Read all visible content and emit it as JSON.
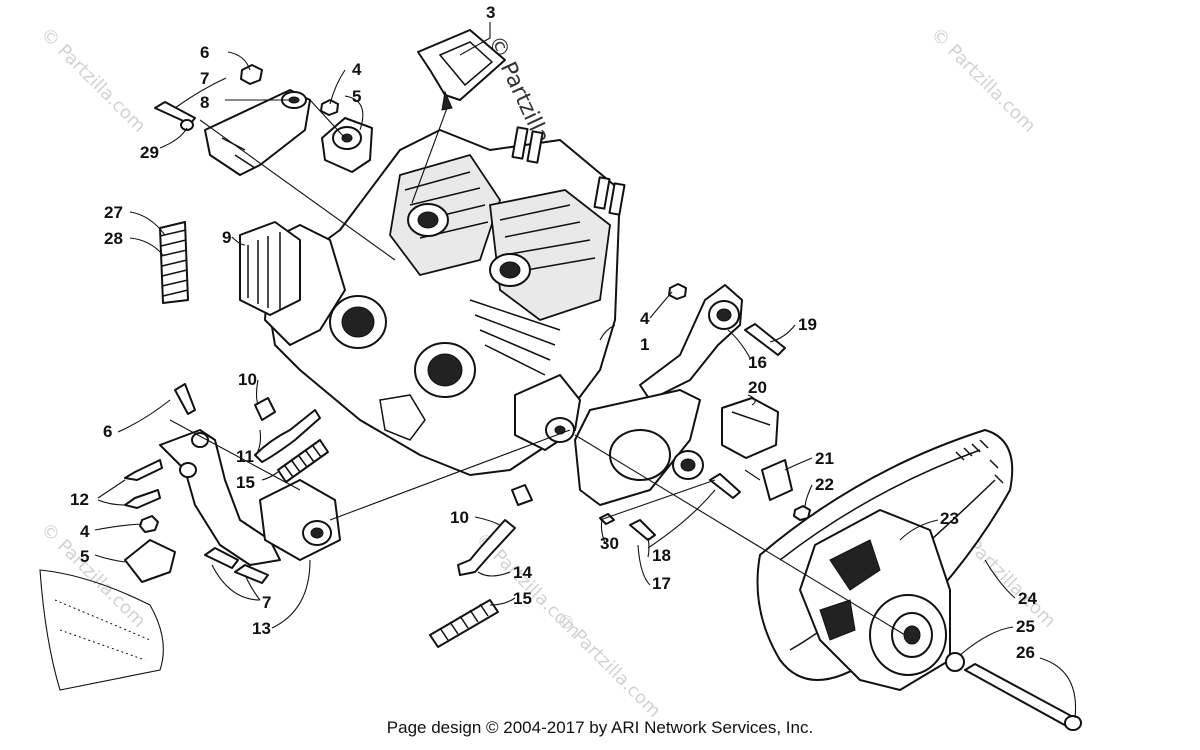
{
  "watermarks": [
    "© Partzilla.com",
    "© Partzilla.com",
    "© Partzilla.com",
    "© Partzilla.com",
    "© Partzilla.com",
    "© Partzilla.com"
  ],
  "brand_watermark": "© Partzilla.com",
  "footer": "Page design © 2004-2017 by ARI Network Services, Inc.",
  "callouts": {
    "c1": "1",
    "c3": "3",
    "c4a": "4",
    "c4b": "4",
    "c4c": "4",
    "c5a": "5",
    "c5b": "5",
    "c6a": "6",
    "c6b": "6",
    "c7a": "7",
    "c7b": "7",
    "c8": "8",
    "c9": "9",
    "c10a": "10",
    "c10b": "10",
    "c11": "11",
    "c12": "12",
    "c13": "13",
    "c14": "14",
    "c15a": "15",
    "c15b": "15",
    "c16": "16",
    "c17": "17",
    "c18": "18",
    "c19": "19",
    "c20": "20",
    "c21": "21",
    "c22": "22",
    "c23": "23",
    "c24": "24",
    "c25": "25",
    "c26": "26",
    "c27": "27",
    "c28": "28",
    "c29": "29",
    "c30": "30"
  }
}
